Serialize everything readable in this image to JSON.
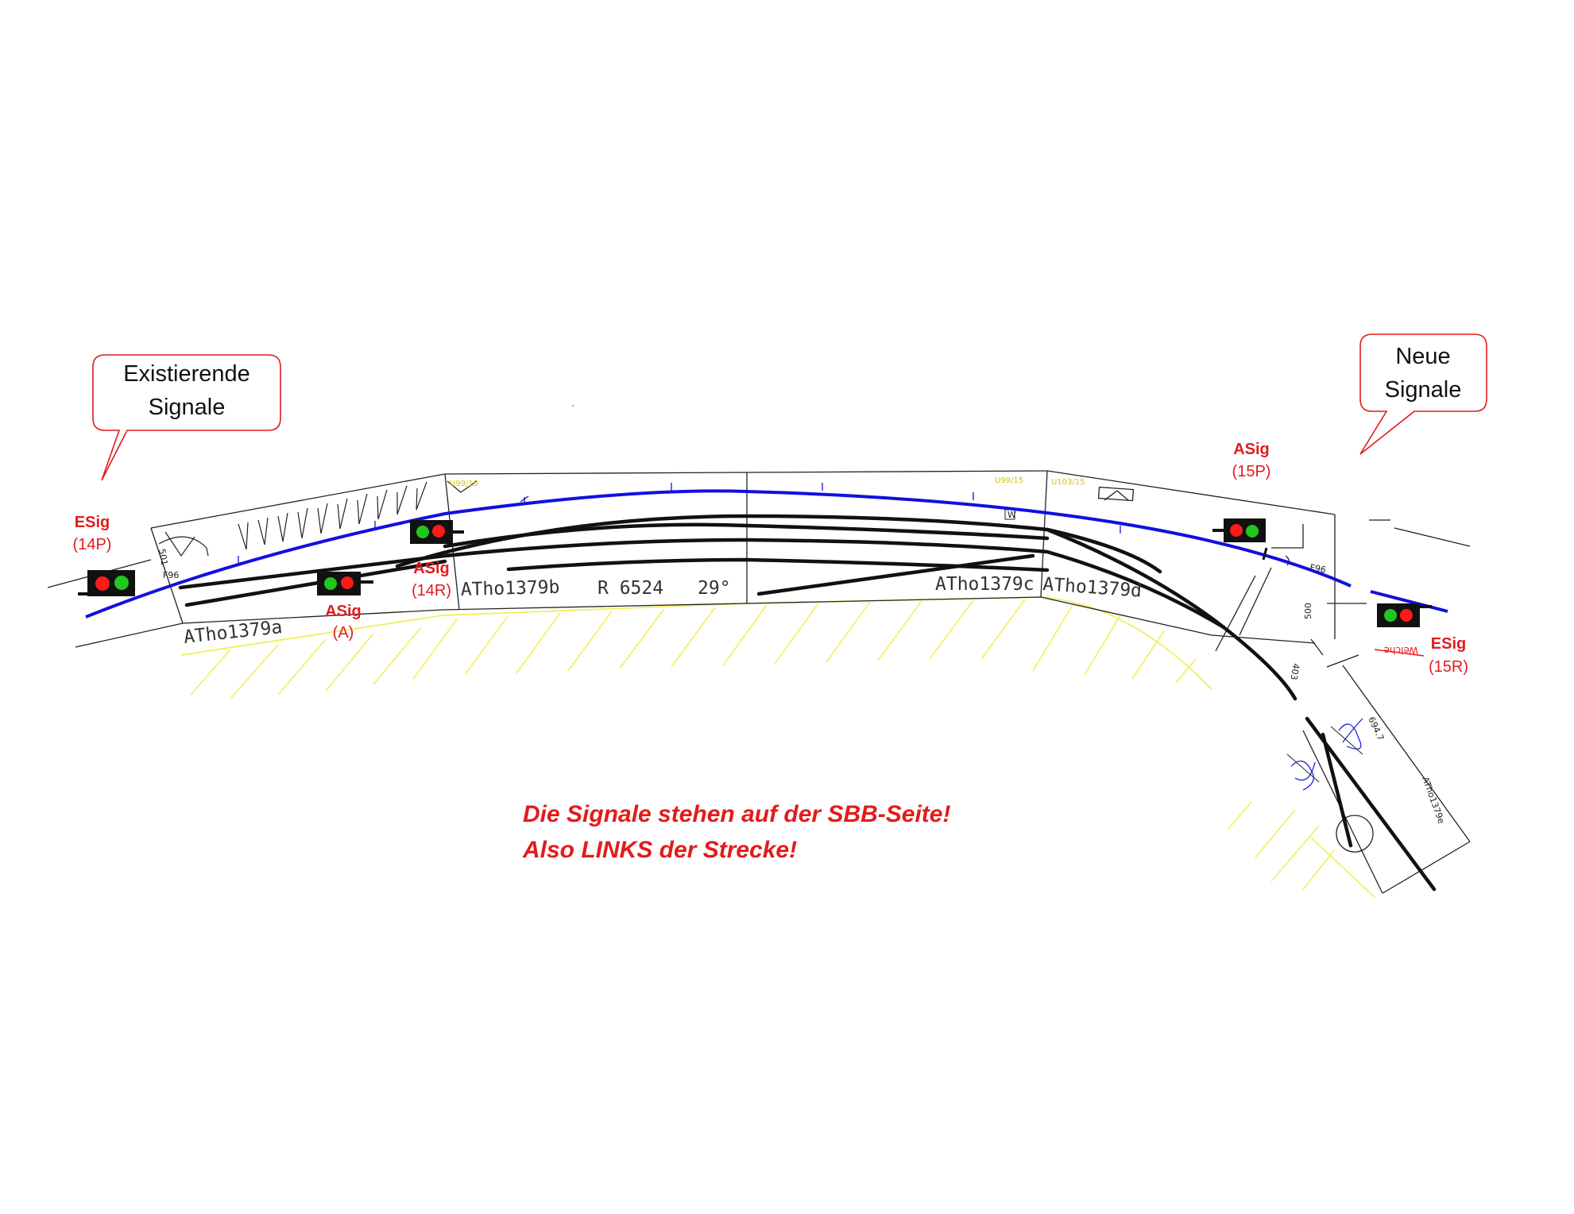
{
  "callouts": {
    "existing": {
      "line1": "Existierende",
      "line2": "Signale"
    },
    "new": {
      "line1": "Neue",
      "line2": "Signale"
    }
  },
  "signals": [
    {
      "id": "esig-14p",
      "name": "ESig",
      "code": "(14P)",
      "lamps": [
        "red",
        "green"
      ]
    },
    {
      "id": "asig-a",
      "name": "ASig",
      "code": "(A)",
      "lamps": [
        "green",
        "red"
      ]
    },
    {
      "id": "asig-14r",
      "name": "ASig",
      "code": "(14R)",
      "lamps": [
        "green",
        "red"
      ]
    },
    {
      "id": "asig-15p",
      "name": "ASig",
      "code": "(15P)",
      "lamps": [
        "red",
        "green"
      ]
    },
    {
      "id": "esig-15r",
      "name": "ESig",
      "code": "(15R)",
      "lamps": [
        "green",
        "red"
      ]
    }
  ],
  "track_labels": {
    "a": "ATho1379a",
    "b": "ATho1379b",
    "radius": "R 6524",
    "angle": "29°",
    "c": "ATho1379c",
    "d": "ATho1379d",
    "e": "ATho1379e"
  },
  "plan_marks": {
    "f96_left": "F96",
    "f96_right": "F96",
    "km_501": "501",
    "km_500": "500",
    "km_403": "403",
    "km_6947": "694.7",
    "w_marker": "W",
    "struck_text": "Weiche"
  },
  "yellow_marks": {
    "left_top": "U99/15",
    "mid_top": "U99/15",
    "right_top": "U103/15"
  },
  "note": {
    "line1": "Die Signale stehen auf der SBB-Seite!",
    "line2": "Also LINKS der Strecke!"
  },
  "colors": {
    "catenary": "#1010e0",
    "signal_text": "#e31b1b",
    "callout_border": "#e31b1b",
    "lamp_red": "#ff1a1a",
    "lamp_green": "#1ec81e",
    "hatch": "#f2ef5a"
  }
}
